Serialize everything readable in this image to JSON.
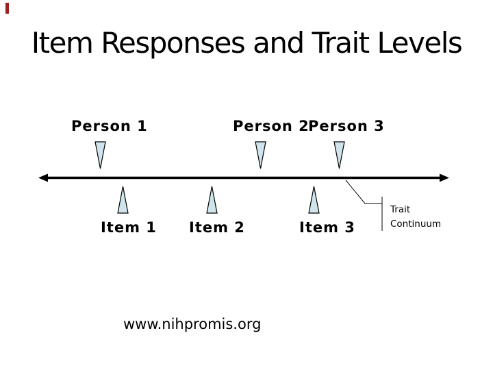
{
  "slide": {
    "title": "Item Responses and Trait Levels",
    "footer_url": "www.nihpromis.org",
    "background_color": "#FFFFFF",
    "text_color": "#000000",
    "accent_mark_color": "#992121"
  },
  "diagram": {
    "trait_label": "Trait Continuum",
    "axis_color": "#000000",
    "marker_fill": "#CFE4EB",
    "marker_stroke": "#000000",
    "persons": [
      {
        "label": "Person 1",
        "marker": "down-triangle"
      },
      {
        "label": "Person 2",
        "marker": "down-triangle"
      },
      {
        "label": "Person 3",
        "marker": "down-triangle"
      }
    ],
    "items": [
      {
        "label": "Item 1",
        "marker": "up-triangle"
      },
      {
        "label": "Item 2",
        "marker": "up-triangle"
      },
      {
        "label": "Item 3",
        "marker": "up-triangle"
      }
    ]
  }
}
